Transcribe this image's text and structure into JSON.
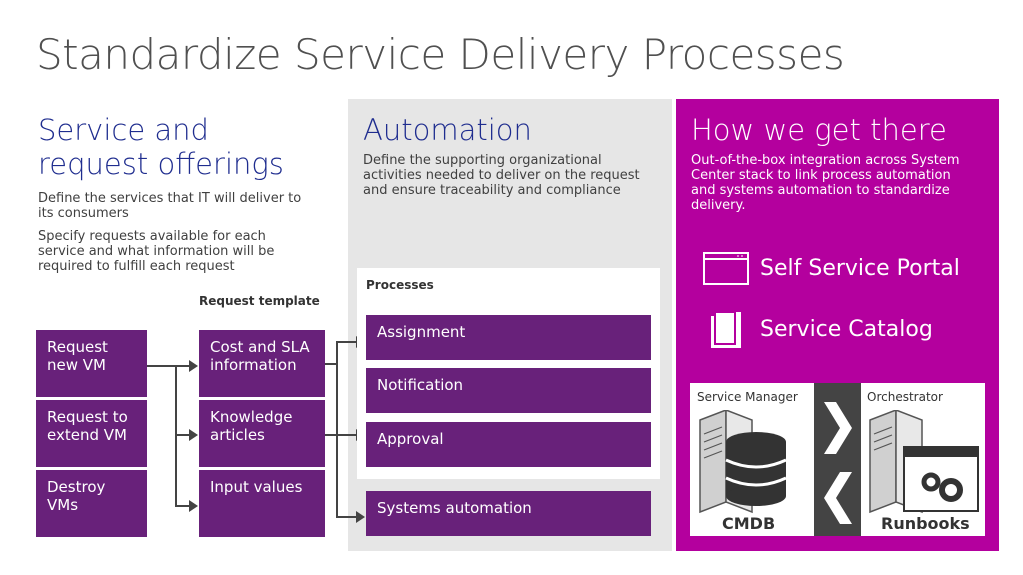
{
  "title": "Standardize Service Delivery Processes",
  "left": {
    "heading": "Service and request offerings",
    "desc1": "Define the services that IT will deliver to its consumers",
    "desc2": "Specify requests available for each service and what information will be required to fulfill each request",
    "template_label": "Request template",
    "requests": [
      "Request new VM",
      "Request to extend VM",
      "Destroy VMs"
    ],
    "templates": [
      "Cost and SLA information",
      "Knowledge articles",
      "Input values"
    ]
  },
  "middle": {
    "heading": "Automation",
    "desc": "Define the supporting organizational activities needed to deliver on the request and ensure traceability and compliance",
    "processes_label": "Processes",
    "processes": [
      "Assignment",
      "Notification",
      "Approval"
    ],
    "systems": "Systems automation"
  },
  "right": {
    "heading": "How we get there",
    "desc": "Out-of-the-box integration across System Center stack to link process automation and systems automation to standardize delivery.",
    "portal": "Self Service Portal",
    "catalog": "Service Catalog",
    "sm_label": "Service Manager",
    "orch_label": "Orchestrator",
    "cmdb": "CMDB",
    "runbooks": "Runbooks"
  },
  "colors": {
    "purple": "#68217a",
    "magenta": "#b4009e",
    "blue": "#1f2d8f",
    "gray": "#e6e6e6"
  },
  "icons": [
    "window-icon",
    "document-icon",
    "server-icon",
    "database-icon",
    "gears-window-icon",
    "chevron-right-icon",
    "chevron-left-icon"
  ]
}
